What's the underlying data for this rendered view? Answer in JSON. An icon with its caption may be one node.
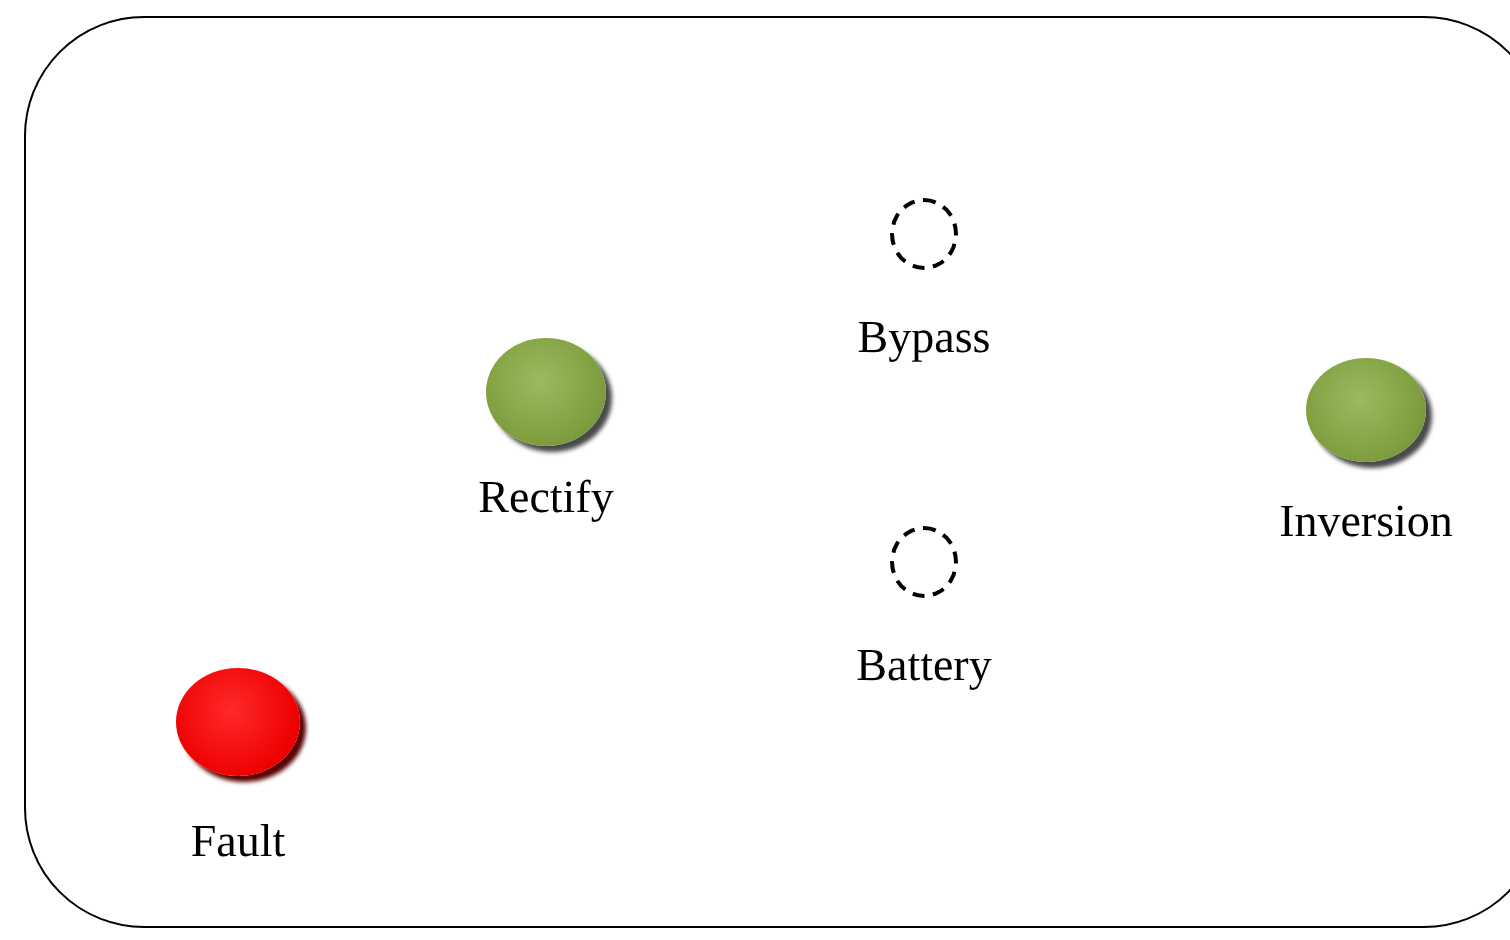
{
  "diagram": {
    "nodes": [
      {
        "text": [],
        "shape": "box"
      },
      {
        "text": [],
        "shape": "circle",
        "beside": [
          "Bypass"
        ],
        "in": 0
      },
      {
        "text": [],
        "shape": "circle",
        "beside": [
          "Rectify"
        ],
        "in": 0
      },
      {
        "text": [],
        "shape": "circle",
        "beside": [
          "Inversion"
        ],
        "in": 0
      },
      {
        "text": [],
        "shape": "circle",
        "beside": [
          "Battery"
        ],
        "in": 0
      },
      {
        "text": [],
        "shape": "circle",
        "beside": [
          "Fault"
        ],
        "in": 0
      }
    ],
    "edges": []
  }
}
